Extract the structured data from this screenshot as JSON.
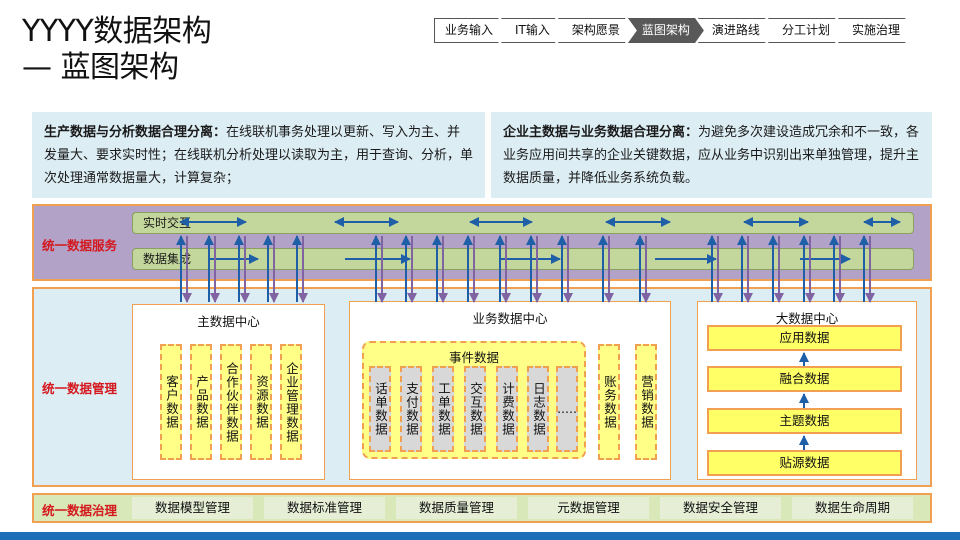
{
  "page": {
    "title_line1": "YYYY数据架构",
    "title_line2": "— 蓝图架构"
  },
  "breadcrumb": [
    {
      "label": "业务输入",
      "active": false
    },
    {
      "label": "IT输入",
      "active": false
    },
    {
      "label": "架构愿景",
      "active": false
    },
    {
      "label": "蓝图架构",
      "active": true
    },
    {
      "label": "演进路线",
      "active": false
    },
    {
      "label": "分工计划",
      "active": false
    },
    {
      "label": "实施治理",
      "active": false
    }
  ],
  "principles": {
    "left": {
      "heading": "生产数据与分析数据合理分离：",
      "text": "在线联机事务处理以更新、写入为主、并发量大、要求实时性；在线联机分析处理以读取为主，用于查询、分析，单次处理通常数据量大，计算复杂；"
    },
    "right": {
      "heading": "企业主数据与业务数据合理分离：",
      "text": "为避免多次建设造成冗余和不一致，各业务应用间共享的企业关键数据，应从业务中识别出来单独管理，提升主数据质量，并降低业务系统负载。"
    }
  },
  "service": {
    "label": "统一数据服务",
    "bar_realtime": "实时交互",
    "bar_integration": "数据集成"
  },
  "management": {
    "label": "统一数据管理",
    "master": {
      "title": "主数据中心",
      "items": [
        "客户数据",
        "产品数据",
        "合作伙伴数据",
        "资源数据",
        "企业管理数据"
      ]
    },
    "business": {
      "title": "业务数据中心",
      "event_title": "事件数据",
      "event_items": [
        "话单数据",
        "支付数据",
        "工单数据",
        "交互数据",
        "计费数据",
        "日志数据",
        "....."
      ],
      "other_items": [
        "账务数据",
        "营销数据"
      ]
    },
    "bigdata": {
      "title": "大数据中心",
      "layers": [
        "应用数据",
        "融合数据",
        "主题数据",
        "贴源数据"
      ]
    }
  },
  "governance": {
    "label": "统一数据治理",
    "items": [
      "数据模型管理",
      "数据标准管理",
      "数据质量管理",
      "元数据管理",
      "数据安全管理",
      "数据生命周期"
    ]
  },
  "colors": {
    "accent_red": "#d4181e",
    "arrow_blue": "#1f5fa8",
    "arrow_purple": "#8064a2",
    "border_orange": "#f0a050"
  }
}
